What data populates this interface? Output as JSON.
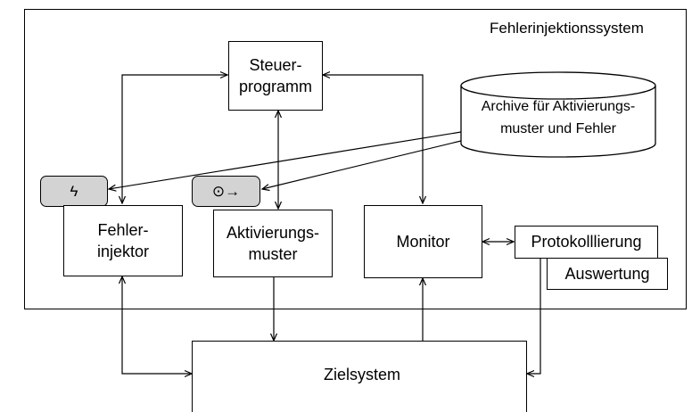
{
  "system_title": "Fehlerinjektionssystem",
  "boxes": {
    "steuer": "Steuer-\nprogramm",
    "fehler": "Fehler-\ninjektor",
    "aktiv": "Aktivierungs-\nmuster",
    "monitor": "Monitor",
    "protokoll": "Protokolllierung",
    "auswertung": "Auswertung"
  },
  "archive": "Archive für Aktivierungs-\nmuster und Fehler",
  "target": "Zielsystem",
  "icons": {
    "fault": "ϟ",
    "activation": "⊙→"
  }
}
